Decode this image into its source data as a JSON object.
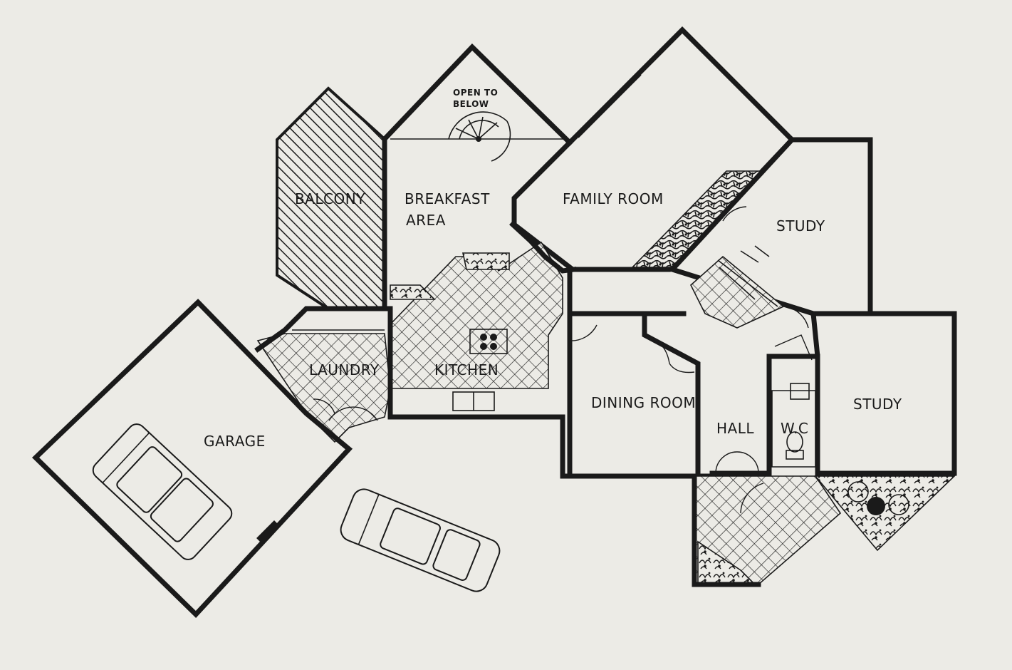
{
  "rooms": {
    "open_to_below": [
      "OPEN TO",
      "BELOW"
    ],
    "balcony": "BALCONY",
    "breakfast_area": [
      "BREAKFAST",
      "AREA"
    ],
    "family_room": "FAMILY ROOM",
    "study_upper": "STUDY",
    "laundry": "LAUNDRY",
    "kitchen": "KITCHEN",
    "garage": "GARAGE",
    "dining_room": "DINING ROOM",
    "hall": "HALL",
    "wc": "W.C",
    "study_lower": "STUDY"
  },
  "icons": {
    "spiral_stair": "spiral-stair-icon",
    "main_stair": "stair-icon",
    "cooktop": "cooktop-icon",
    "garage_car": "car-icon",
    "driveway_car": "car-icon",
    "toilet": "toilet-icon",
    "basin": "basin-icon"
  },
  "colors": {
    "paper": "#ecebe6",
    "ink": "#1a1a1a"
  }
}
